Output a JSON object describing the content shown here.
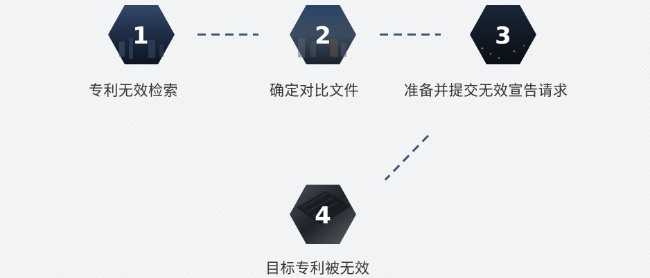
{
  "colors": {
    "connector": "#3a5378",
    "number_text": "#ffffff",
    "label_text": "#333333",
    "hex_fill_top": "#2a3f5e",
    "hex_fill_bottom": "#0f1724"
  },
  "steps": [
    {
      "number": "1",
      "label": "专利无效检索"
    },
    {
      "number": "2",
      "label": "确定对比文件"
    },
    {
      "number": "3",
      "label": "准备并提交无效宣告请求"
    },
    {
      "number": "4",
      "label": "目标专利被无效"
    }
  ]
}
